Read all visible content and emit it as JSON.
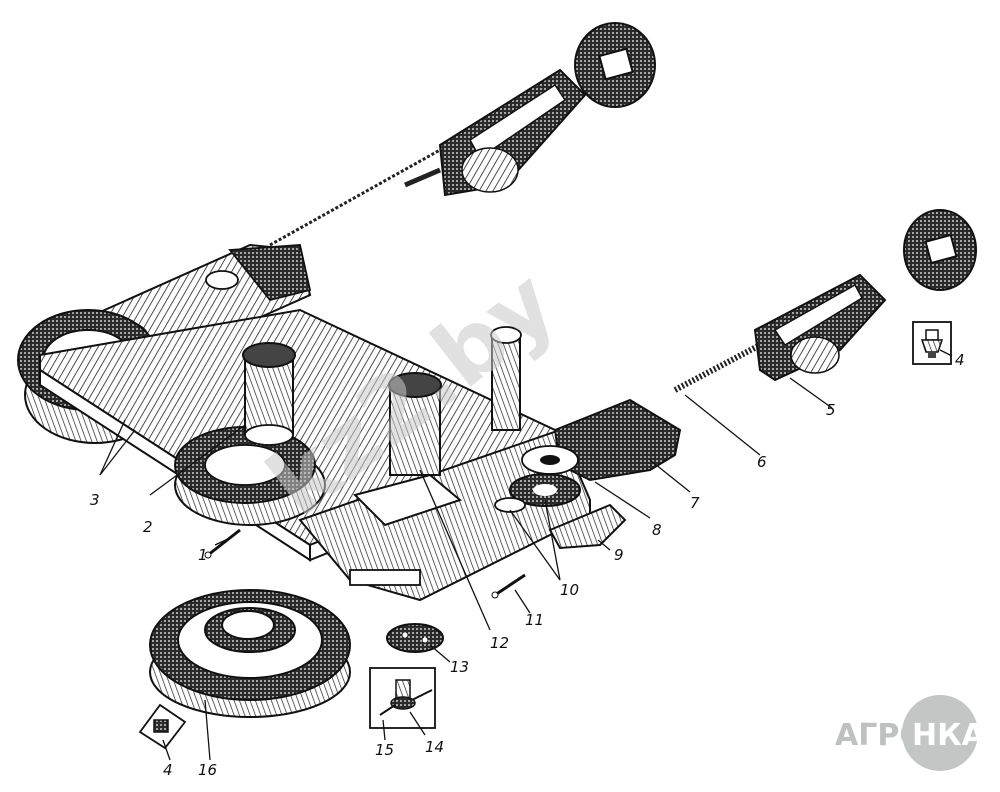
{
  "watermark": {
    "text": "kz2.by"
  },
  "logo": {
    "left": "АГРО",
    "right": "НКА"
  },
  "callouts": {
    "c1": "1",
    "c2": "2",
    "c3": "3",
    "c4a": "4",
    "c4b": "4",
    "c5": "5",
    "c6": "6",
    "c7": "7",
    "c8": "8",
    "c9": "9",
    "c10": "10",
    "c11": "11",
    "c12": "12",
    "c13": "13",
    "c14": "14",
    "c15": "15",
    "c16": "16"
  },
  "colors": {
    "ink": "#1a1a1a",
    "watermark": "#c9c9c9",
    "logo": "#bfc0c0"
  }
}
